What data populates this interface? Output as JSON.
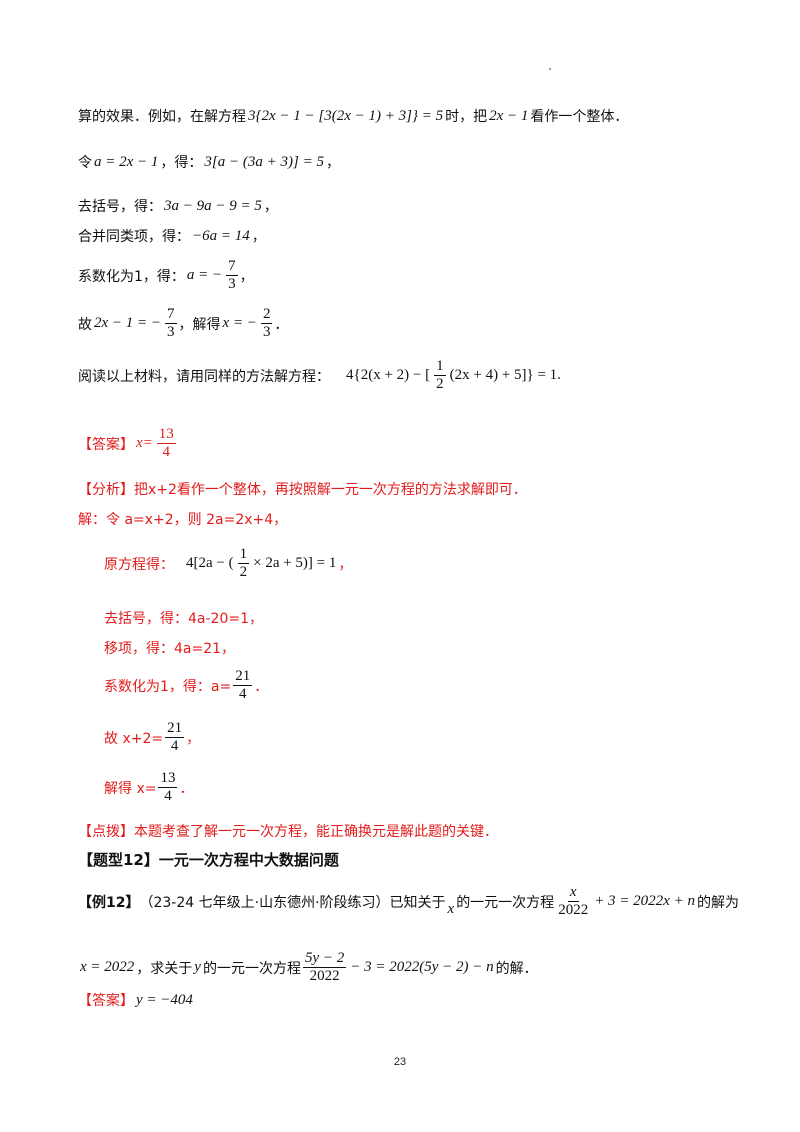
{
  "lines": {
    "l1_a": "算的效果．例如，在解方程",
    "l1_eq": "3{2x − 1 − [3(2x − 1) + 3]} = 5",
    "l1_b": "时，把",
    "l1_eq2": "2x − 1",
    "l1_c": "看作一个整体．",
    "l2_a": "令",
    "l2_eq": "a = 2x − 1",
    "l2_b": "，得：",
    "l2_eq2": "3[a − (3a + 3)] = 5",
    "l2_c": "，",
    "l3_a": "去括号，得：",
    "l3_eq": "3a − 9a − 9 = 5",
    "l3_c": "，",
    "l4_a": "合并同类项，得：",
    "l4_eq": "−6a = 14",
    "l4_c": "，",
    "l5_a": "系数化为1，得：",
    "l5_eq": "a = −",
    "l5_num": "7",
    "l5_den": "3",
    "l5_c": "，",
    "l6_a": "故",
    "l6_eq": "2x − 1 = −",
    "l6_num": "7",
    "l6_den": "3",
    "l6_b": "，解得",
    "l6_eq2": "x = −",
    "l6_num2": "2",
    "l6_den2": "3",
    "l6_c": "．",
    "l7_a": "阅读以上材料，请用同样的方法解方程：",
    "l7_eq_a": "4{2(x + 2) − [",
    "l7_num": "1",
    "l7_den": "2",
    "l7_eq_b": "(2x + 4) + 5]} = 1."
  },
  "answer1": {
    "tag": "【答案】",
    "eq": "x=",
    "num": "13",
    "den": "4"
  },
  "analysis": {
    "tag": "【分析】",
    "text": "把x+2看作一个整体，再按照解一元一次方程的方法求解即可．",
    "sol_a": "解：令 a=x+2，则 2a=2x+4，",
    "orig_label": "原方程得：",
    "orig_eq_a": "4[2a − (",
    "orig_num": "1",
    "orig_den": "2",
    "orig_eq_b": "× 2a + 5)] = 1",
    "orig_c": "，",
    "s1": "去括号，得：4a-20=1，",
    "s2": "移项，得：4a=21，",
    "s3_a": "系数化为1，得：a=",
    "s3_num": "21",
    "s3_den": "4",
    "s3_c": "．",
    "s4_a": "故 x+2=",
    "s4_num": "21",
    "s4_den": "4",
    "s4_c": "，",
    "s5_a": "解得 x=",
    "s5_num": "13",
    "s5_den": "4",
    "s5_c": "．",
    "tip_tag": "【点拨】",
    "tip": "本题考查了解一元一次方程，能正确换元是解此题的关键．"
  },
  "section": {
    "title": "【题型12】一元一次方程中大数据问题"
  },
  "example": {
    "tag": "【例12】",
    "src": "（23-24 七年级上·山东德州·阶段练习）已知关于",
    "var1": "x",
    "mid": "的一元一次方程",
    "f_num": "x",
    "f_den": "2022",
    "eq_b": "+ 3 = 2022x + n",
    "end": "的解为",
    "l2_eq": "x = 2022",
    "l2_a": "，求关于",
    "var2": "y",
    "l2_b": "的一元一次方程",
    "f2_num": "5y − 2",
    "f2_den": "2022",
    "eq2_b": "− 3 = 2022(5y − 2) − n",
    "l2_c": "的解．"
  },
  "answer2": {
    "tag": "【答案】",
    "eq": "y = −404"
  },
  "page_number": "23"
}
